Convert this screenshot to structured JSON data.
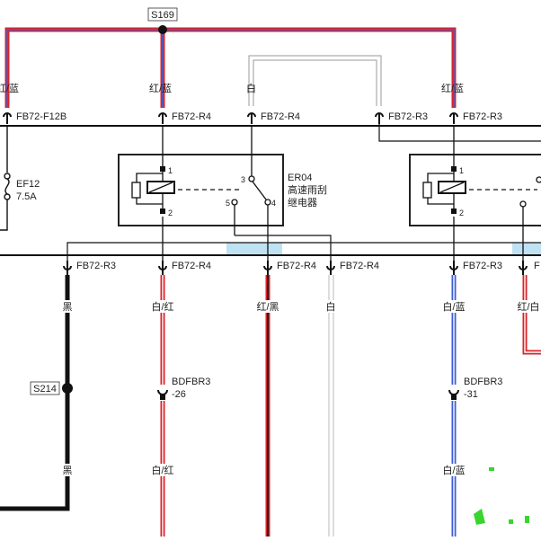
{
  "splices": {
    "top": "S169",
    "left": "S214"
  },
  "colors": {
    "red": "#d8242a",
    "blue": "#3d5fd6",
    "black": "#111111",
    "white_wire": "#b8b8b8",
    "highlight": "#bfe2f3",
    "green": "#39d52f",
    "box": "#222222"
  },
  "fuse": {
    "name": "EF12",
    "rating": "7.5A"
  },
  "relay": {
    "id": "ER04",
    "line1": "高速雨刮",
    "line2": "继电器",
    "pins": [
      "1",
      "2",
      "3",
      "4",
      "5"
    ],
    "pins_right": [
      "1",
      "2"
    ]
  },
  "top_wires": {
    "w1": "红/蓝",
    "w2": "红/蓝",
    "w3": "白",
    "w4": "红/蓝",
    "c1": "FB72-F12B",
    "c2": "FB72-R4",
    "c3": "FB72-R4",
    "c4": "FB72-R3",
    "c5": "FB72-R3"
  },
  "bottom_connectors": [
    "FB72-R3",
    "FB72-R4",
    "FB72-R4",
    "FB72-R4",
    "FB72-R3",
    "F"
  ],
  "wire_colors_mid": [
    "黑",
    "白/红",
    "红/黑",
    "白",
    "白/蓝",
    "红/白"
  ],
  "inline_connectors": [
    {
      "name": "BDFBR3",
      "pin": "-26"
    },
    {
      "name": "BDFBR3",
      "pin": "-31"
    }
  ],
  "wire_colors_low": [
    "黑",
    "白/红",
    "白/蓝"
  ]
}
